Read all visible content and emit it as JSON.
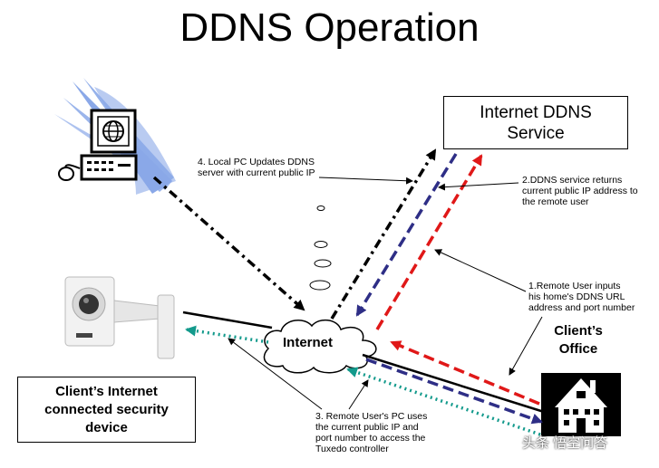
{
  "title": "DDNS Operation",
  "ddns_service": {
    "label_line1": "Internet DDNS",
    "label_line2": "Service"
  },
  "internet": {
    "label": "Internet"
  },
  "client_office": {
    "label": "Client’s\nOffice"
  },
  "security_device": {
    "label_line1": "Client’s Internet",
    "label_line2": "connected security",
    "label_line3": "device"
  },
  "notes": {
    "step1": "1.Remote User inputs\nhis home's DDNS URL\naddress and port number",
    "step2": "2.DDNS service returns\ncurrent public IP address to\nthe remote user",
    "step3": "3. Remote User's PC uses\nthe current public IP and\nport number to access the\nTuxedo controller",
    "step4": "4. Local PC Updates DDNS\nserver with current public IP"
  },
  "watermark": "头条 悟空问答",
  "colors": {
    "black_path": "#000000",
    "blue_path": "#2e2e86",
    "red_path": "#e01818",
    "teal_path": "#139a8c",
    "computer_fan": "#8aa8e8"
  },
  "icons": [
    "computer-icon",
    "globe-icon",
    "security-camera-icon",
    "house-icon",
    "internet-cloud-icon"
  ]
}
